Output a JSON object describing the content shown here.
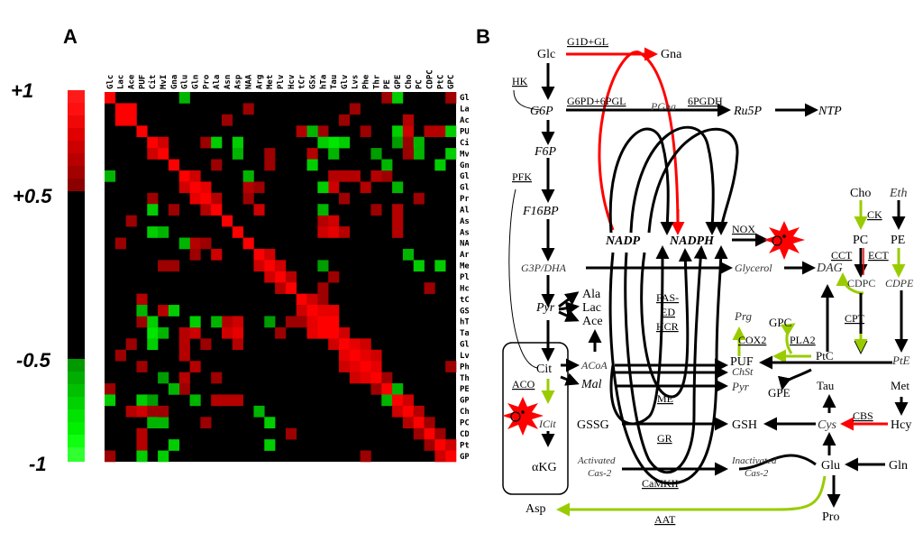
{
  "panels": {
    "a_label": "A",
    "b_label": "B"
  },
  "colors": {
    "positive": "#ff0000",
    "negative": "#00ff00",
    "neutral": "#000000",
    "enzyme_green": "#99cc00",
    "enzyme_red": "#ff0000"
  },
  "heatmap": {
    "labels": [
      "Glc",
      "Lac",
      "Ace",
      "PUF",
      "Cit",
      "MvI",
      "Gna",
      "Glu",
      "Gln",
      "Pro",
      "Ala",
      "Asn",
      "Asp",
      "NAA",
      "Arg",
      "Met",
      "Plv",
      "Hcv",
      "tCr",
      "GSx",
      "hTa",
      "Tau",
      "Glv",
      "Lvs",
      "Phe",
      "Thr",
      "PE",
      "GPE",
      "Cho",
      "PC",
      "CDPC",
      "PtC",
      "GPC"
    ],
    "scale_labels": [
      "+1",
      "+0.5",
      "-0.5",
      "-1"
    ],
    "cells": [
      [
        0,
        0,
        1
      ],
      [
        1,
        1,
        1
      ],
      [
        1,
        2,
        1
      ],
      [
        2,
        1,
        1
      ],
      [
        2,
        2,
        1
      ],
      [
        0,
        26,
        0.6
      ],
      [
        0,
        27,
        -0.8
      ],
      [
        0,
        32,
        0.6
      ],
      [
        3,
        3,
        1
      ],
      [
        3,
        18,
        0.7
      ],
      [
        3,
        20,
        0.6
      ],
      [
        3,
        27,
        -0.8
      ],
      [
        3,
        28,
        0.8
      ],
      [
        3,
        31,
        0.7
      ],
      [
        4,
        4,
        1
      ],
      [
        4,
        5,
        0.8
      ],
      [
        4,
        9,
        0.6
      ],
      [
        4,
        10,
        -0.8
      ],
      [
        4,
        21,
        -0.9
      ],
      [
        4,
        22,
        -0.8
      ],
      [
        4,
        27,
        -0.6
      ],
      [
        4,
        28,
        0.6
      ],
      [
        5,
        5,
        1
      ],
      [
        5,
        19,
        0.7
      ],
      [
        5,
        21,
        -0.7
      ],
      [
        5,
        25,
        -0.6
      ],
      [
        5,
        29,
        -0.7
      ],
      [
        6,
        6,
        1
      ],
      [
        6,
        15,
        0.6
      ],
      [
        6,
        19,
        -0.8
      ],
      [
        7,
        7,
        1
      ],
      [
        7,
        8,
        0.8
      ],
      [
        7,
        0,
        -0.7
      ],
      [
        7,
        21,
        0.7
      ],
      [
        7,
        22,
        0.7
      ],
      [
        7,
        26,
        0.6
      ],
      [
        8,
        8,
        1
      ],
      [
        8,
        9,
        0.9
      ],
      [
        8,
        13,
        0.7
      ],
      [
        8,
        14,
        0.6
      ],
      [
        8,
        21,
        0.8
      ],
      [
        8,
        24,
        0.7
      ],
      [
        9,
        9,
        1
      ],
      [
        9,
        10,
        0.7
      ],
      [
        9,
        13,
        0.6
      ],
      [
        10,
        10,
        1
      ],
      [
        10,
        6,
        0.6
      ],
      [
        10,
        14,
        0.8
      ],
      [
        10,
        27,
        0.7
      ],
      [
        11,
        11,
        1
      ],
      [
        11,
        2,
        0.6
      ],
      [
        11,
        20,
        0.7
      ],
      [
        11,
        21,
        0.8
      ],
      [
        11,
        27,
        0.7
      ],
      [
        12,
        12,
        1
      ],
      [
        12,
        4,
        -0.8
      ],
      [
        12,
        5,
        -0.7
      ],
      [
        12,
        20,
        0.8
      ],
      [
        12,
        21,
        0.9
      ],
      [
        12,
        22,
        0.7
      ],
      [
        13,
        13,
        1
      ],
      [
        13,
        1,
        0.6
      ],
      [
        13,
        7,
        -0.7
      ],
      [
        14,
        14,
        1
      ],
      [
        14,
        15,
        0.8
      ],
      [
        15,
        15,
        1
      ],
      [
        15,
        16,
        0.8
      ],
      [
        15,
        5,
        0.6
      ],
      [
        15,
        6,
        0.6
      ],
      [
        15,
        20,
        -0.6
      ],
      [
        15,
        29,
        -0.8
      ],
      [
        16,
        16,
        1
      ],
      [
        16,
        17,
        0.7
      ],
      [
        16,
        21,
        0.6
      ],
      [
        17,
        17,
        1
      ],
      [
        17,
        20,
        0.6
      ],
      [
        18,
        18,
        1
      ],
      [
        18,
        19,
        0.8
      ],
      [
        18,
        20,
        0.6
      ],
      [
        19,
        19,
        1
      ],
      [
        19,
        20,
        0.9
      ],
      [
        19,
        21,
        0.9
      ],
      [
        19,
        3,
        -0.7
      ],
      [
        20,
        20,
        1
      ],
      [
        20,
        21,
        1
      ],
      [
        20,
        4,
        -0.8
      ],
      [
        20,
        8,
        -0.8
      ],
      [
        20,
        10,
        -0.7
      ],
      [
        20,
        12,
        0.7
      ],
      [
        21,
        21,
        1
      ],
      [
        21,
        22,
        0.8
      ],
      [
        21,
        4,
        -0.7
      ],
      [
        21,
        7,
        0.6
      ],
      [
        22,
        22,
        1
      ],
      [
        22,
        23,
        0.9
      ],
      [
        22,
        24,
        0.8
      ],
      [
        22,
        2,
        0.6
      ],
      [
        22,
        9,
        0.6
      ],
      [
        23,
        23,
        1
      ],
      [
        23,
        24,
        0.9
      ],
      [
        23,
        25,
        0.8
      ],
      [
        23,
        1,
        0.6
      ],
      [
        23,
        7,
        0.7
      ],
      [
        24,
        24,
        1
      ],
      [
        24,
        25,
        0.9
      ],
      [
        24,
        3,
        0.6
      ],
      [
        25,
        25,
        1
      ],
      [
        25,
        26,
        0.6
      ],
      [
        25,
        7,
        0.7
      ],
      [
        25,
        10,
        0.6
      ],
      [
        26,
        26,
        1
      ],
      [
        26,
        27,
        -0.7
      ],
      [
        26,
        0,
        -0.7
      ],
      [
        26,
        6,
        -0.7
      ],
      [
        27,
        27,
        1
      ],
      [
        27,
        28,
        0.8
      ],
      [
        27,
        3,
        -0.8
      ],
      [
        27,
        4,
        -0.8
      ],
      [
        27,
        8,
        -0.7
      ],
      [
        27,
        11,
        0.7
      ],
      [
        27,
        12,
        0.7
      ],
      [
        28,
        28,
        1
      ],
      [
        28,
        29,
        0.7
      ],
      [
        28,
        2,
        0.7
      ],
      [
        28,
        5,
        0.6
      ],
      [
        28,
        14,
        -0.7
      ],
      [
        29,
        29,
        1
      ],
      [
        29,
        30,
        0.6
      ],
      [
        29,
        4,
        -0.7
      ],
      [
        29,
        9,
        0.6
      ],
      [
        30,
        30,
        1
      ],
      [
        30,
        31,
        0.6
      ],
      [
        30,
        3,
        0.7
      ],
      [
        30,
        17,
        0.6
      ],
      [
        31,
        31,
        1
      ],
      [
        31,
        32,
        0.8
      ],
      [
        31,
        6,
        -0.8
      ],
      [
        31,
        15,
        -0.8
      ],
      [
        32,
        32,
        1
      ],
      [
        32,
        0,
        0.6
      ],
      [
        32,
        3,
        -0.8
      ],
      [
        32,
        5,
        -0.8
      ],
      [
        32,
        24,
        0.6
      ]
    ]
  },
  "pathway": {
    "metabolites": {
      "glc": "Glc",
      "gna": "Gna",
      "g6p": "G6P",
      "ru5p": "Ru5P",
      "ntp": "NTP",
      "pgna": "PGna",
      "f6p": "F6P",
      "f16bp": "F16BP",
      "nadp": "NADP",
      "nadph": "NADPH",
      "cho": "Cho",
      "eth": "Eth",
      "pc": "PC",
      "pe": "PE",
      "g3p_dha": "G3P/DHA",
      "glycerol": "Glycerol",
      "dag": "DAG",
      "cdpc": "CDPC",
      "cdpe": "CDPE",
      "ala": "Ala",
      "lac": "Lac",
      "ace": "Ace",
      "pyr": "Pyr",
      "prg": "Prg",
      "gpc": "GPC",
      "ptc": "PtC",
      "pte": "PtE",
      "puf": "PUF",
      "chst": "ChSt",
      "pyr2": "Pyr",
      "cit": "Cit",
      "acoa": "ACoA",
      "mal": "Mal",
      "icit": "ICit",
      "gpe": "GPE",
      "tau": "Tau",
      "met": "Met",
      "gssg": "GSSG",
      "gsh": "GSH",
      "cys": "Cys",
      "hcy": "Hcy",
      "akg": "αKG",
      "activated_cas2_l1": "Activated",
      "activated_cas2_l2": "Cas-2",
      "inactivated_cas2_l1": "Inactivated",
      "inactivated_cas2_l2": "Cas-2",
      "glu": "Glu",
      "gln": "Gln",
      "asp": "Asp",
      "pro": "Pro"
    },
    "enzymes": {
      "g1d_gl": "G1D+GL",
      "hk": "HK",
      "g6pd_6pgl": "G6PD+6PGL",
      "pgdh6": "6PGDH",
      "pfk": "PFK",
      "nox": "NOX",
      "ck": "CK",
      "cct": "CCT",
      "ect": "ECT",
      "fas_ed_l1": "FAS-",
      "fas_ed_l2": "ED",
      "hcr": "HCR",
      "cpt": "CPT",
      "cox2": "COX2",
      "pla2": "PLA2",
      "aco": "ACO",
      "me": "ME",
      "cbs": "CBS",
      "gr": "GR",
      "camkii": "CaMKII",
      "aat": "AAT"
    }
  }
}
